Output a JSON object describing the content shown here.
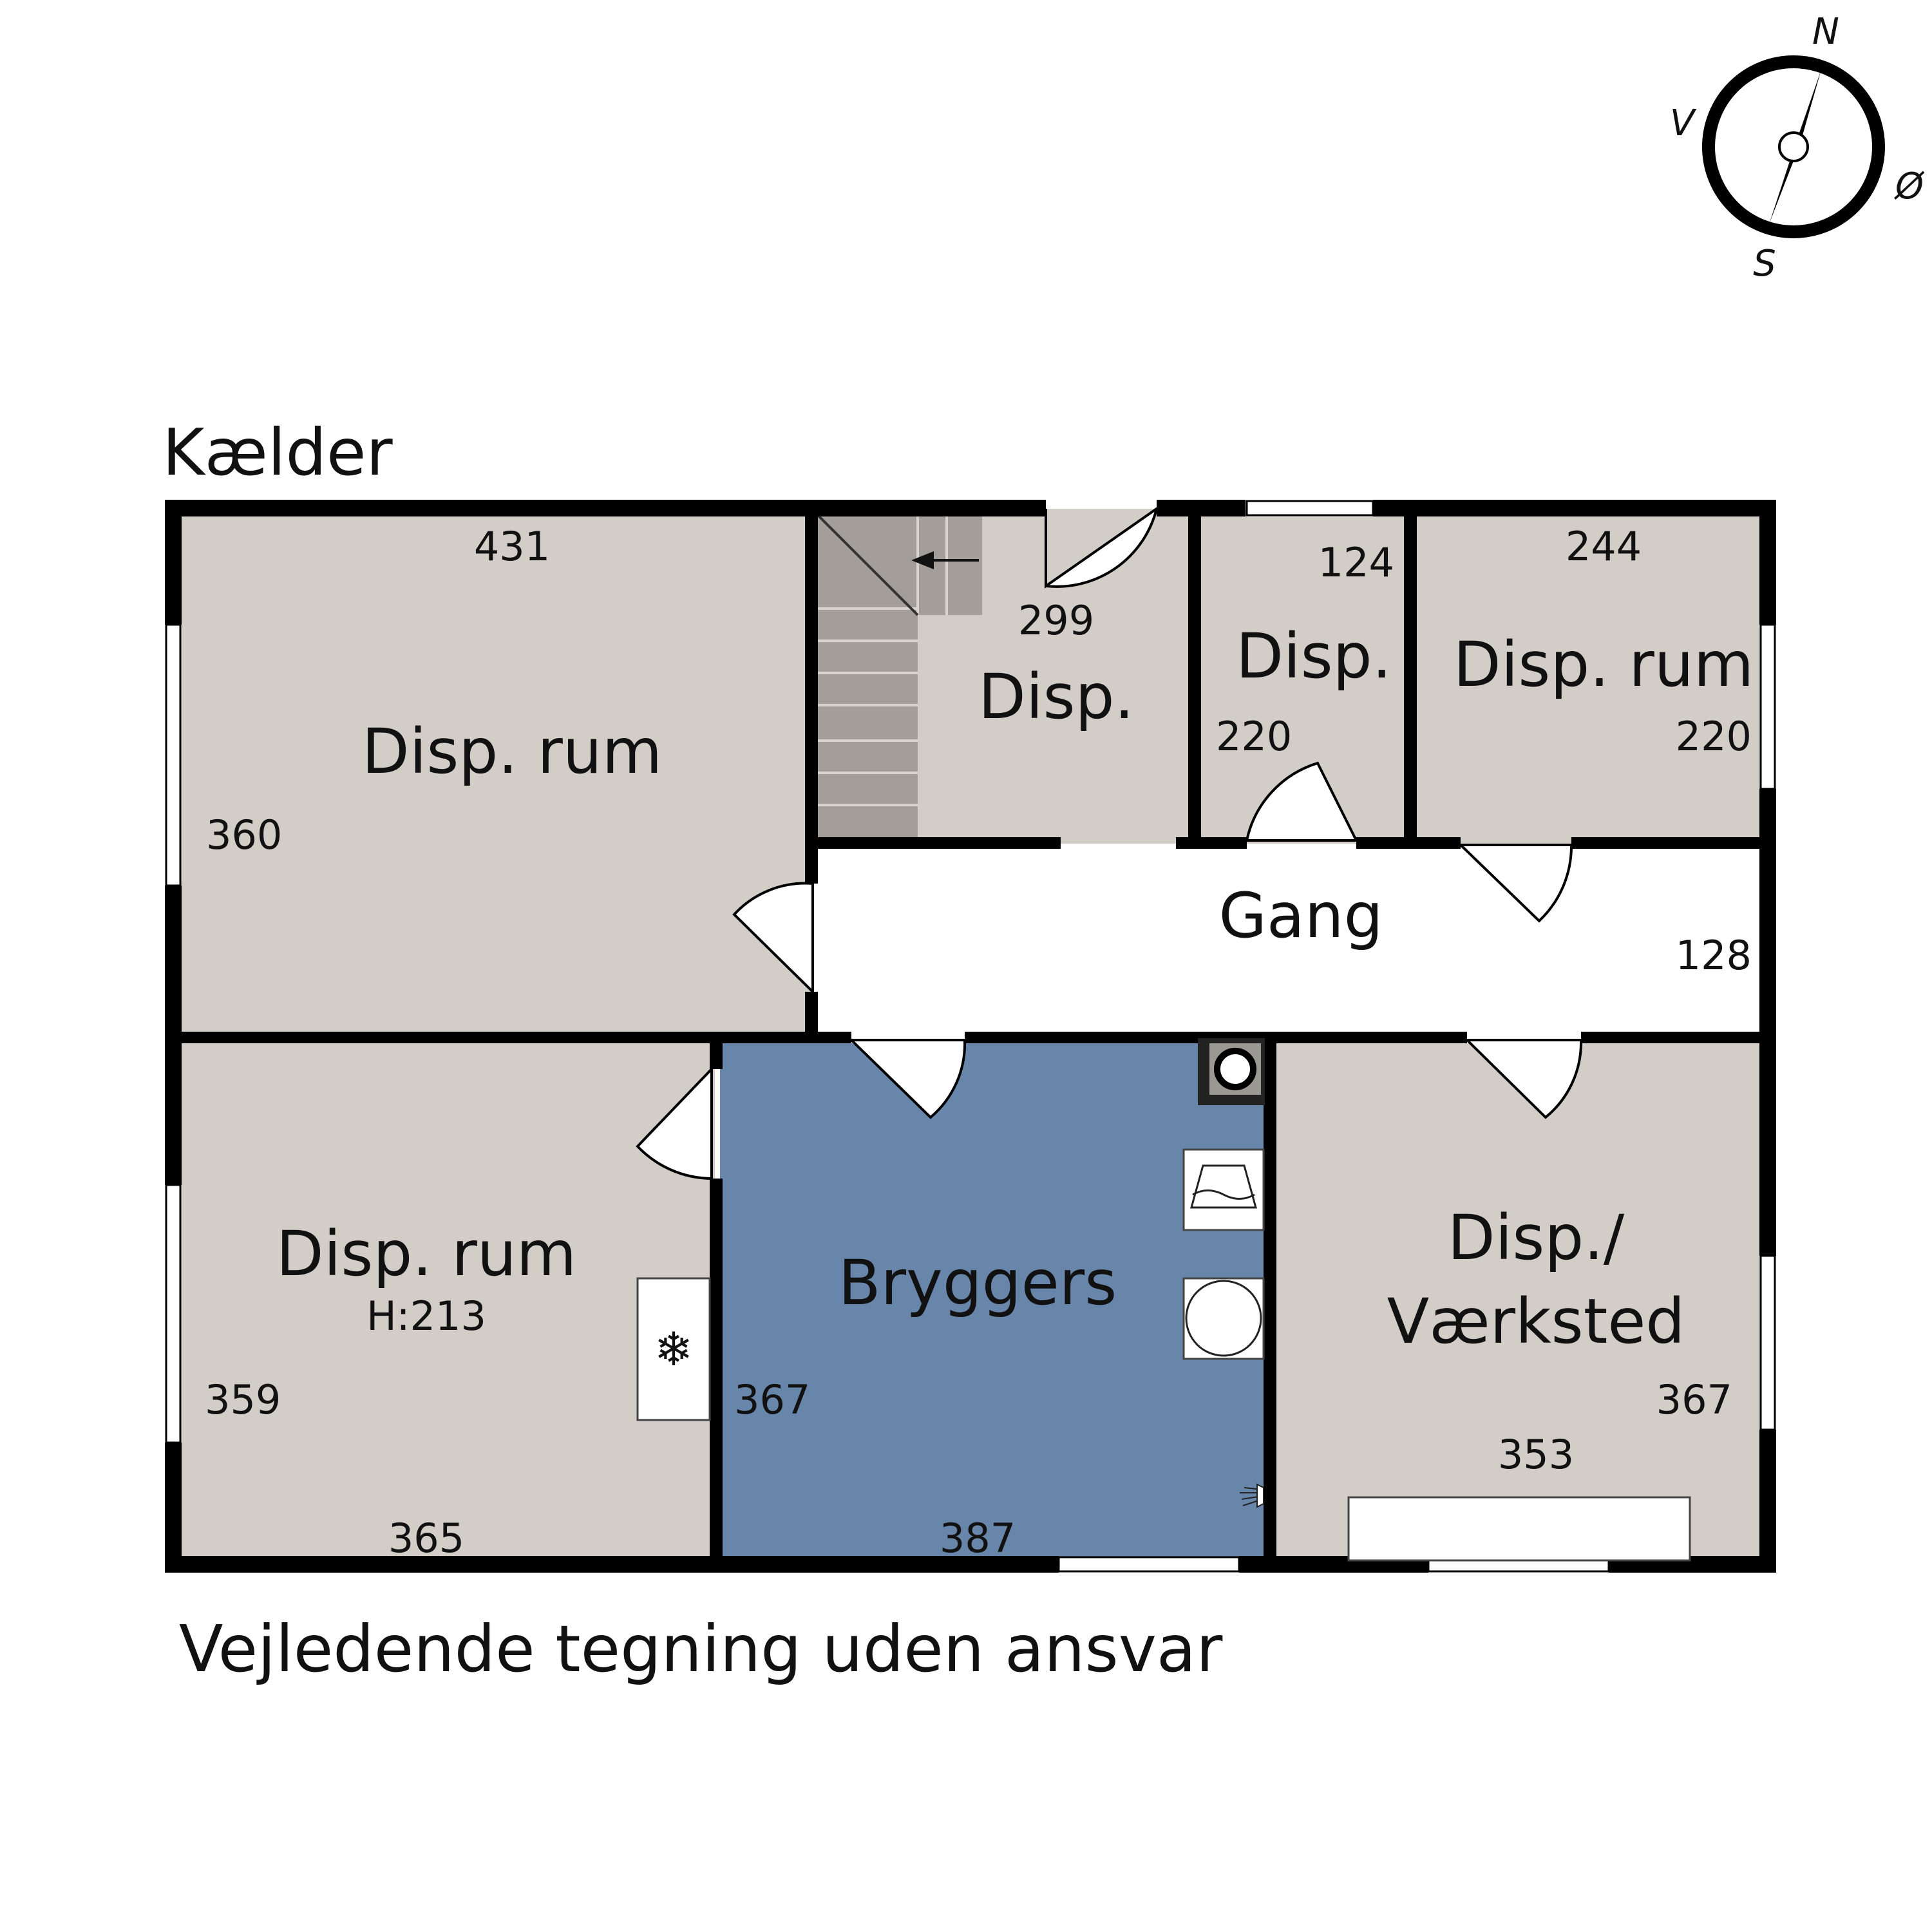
{
  "floor_title": "Kælder",
  "disclaimer": "Vejledende tegning uden ansvar",
  "compass": {
    "north": "N",
    "south": "S",
    "east": "Ø",
    "west": "V"
  },
  "colors": {
    "room_fill": "#d3cdc7",
    "bryggers_fill": "#6886aa",
    "wall": "#000000",
    "stair": "#a39e99",
    "corridor": "#ffffff"
  },
  "rooms": {
    "disp_rum_nw": {
      "label": "Disp. rum",
      "width": "431",
      "depth": "360"
    },
    "disp_center": {
      "label": "Disp.",
      "width": "299"
    },
    "disp_small": {
      "label": "Disp.",
      "width": "124",
      "depth": "220"
    },
    "disp_rum_ne": {
      "label": "Disp. rum",
      "width": "244",
      "depth": "220"
    },
    "gang": {
      "label": "Gang",
      "depth": "128"
    },
    "disp_rum_sw": {
      "label": "Disp. rum",
      "height": "H:213",
      "depth": "359",
      "width": "365"
    },
    "bryggers": {
      "label": "Bryggers",
      "depth": "367",
      "width": "387"
    },
    "vaerksted": {
      "label_line1": "Disp./",
      "label_line2": "Værksted",
      "depth": "367",
      "width": "353"
    }
  },
  "icons": {
    "freezer": "snowflake-icon",
    "boiler": "boiler-icon",
    "sink": "sink-icon",
    "washer": "washing-machine-icon",
    "tap": "water-tap-icon"
  }
}
